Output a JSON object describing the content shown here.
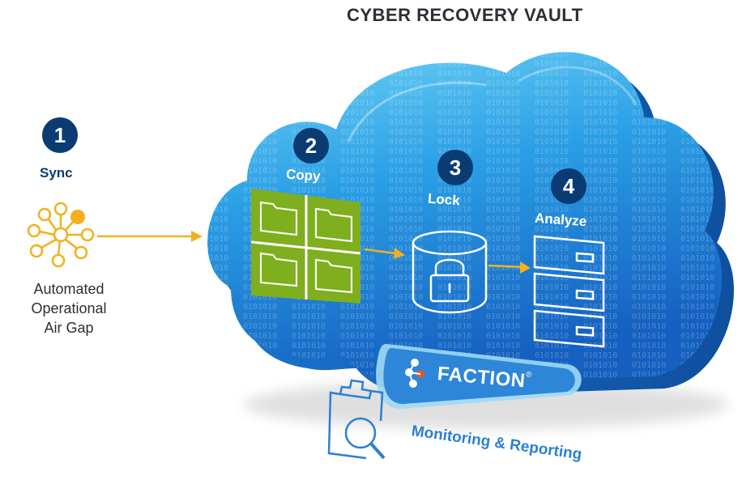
{
  "title": "CYBER RECOVERY VAULT",
  "steps": [
    {
      "number": "1",
      "label": "Sync"
    },
    {
      "number": "2",
      "label": "Copy"
    },
    {
      "number": "3",
      "label": "Lock"
    },
    {
      "number": "4",
      "label": "Analyze"
    }
  ],
  "airgap_lines": [
    "Automated",
    "Operational",
    "Air Gap"
  ],
  "brand": {
    "name": "FACTION",
    "registered": "®"
  },
  "monitoring_label": "Monitoring & Reporting",
  "binary_pattern": "0101010101010101010101010101010101010101010101010101010101",
  "colors": {
    "navy": "#0b3b73",
    "cloud_top": "#4fc3ee",
    "cloud_bottom": "#1a6fc9",
    "folder_green": "#7fae1e",
    "arrow_gold": "#f2b01e",
    "icon_blue": "#2b7fd6"
  },
  "icons": [
    "network-sync-icon",
    "folder-icon",
    "database-lock-icon",
    "server-stack-icon",
    "clipboard-search-icon",
    "faction-logo-icon"
  ]
}
